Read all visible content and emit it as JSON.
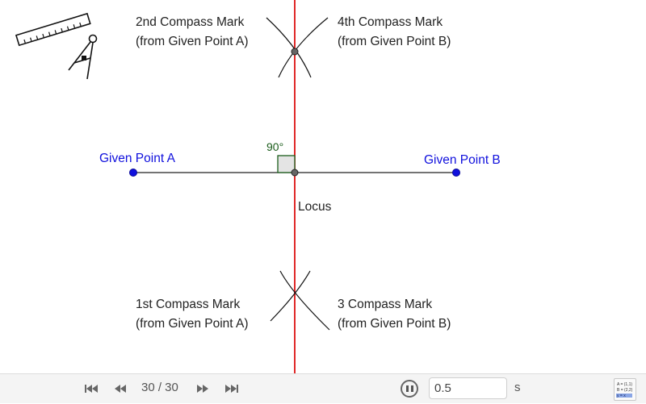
{
  "labels": {
    "point_a": "Given Point A",
    "point_b": "Given Point B",
    "angle": "90°",
    "locus": "Locus",
    "mark1_line1": "1st Compass Mark",
    "mark1_line2": "(from Given Point A)",
    "mark2_line1": "2nd Compass Mark",
    "mark2_line2": "(from Given Point A)",
    "mark3_line1": "3 Compass Mark",
    "mark3_line2": "(from Given Point B)",
    "mark4_line1": "4th Compass Mark",
    "mark4_line2": "(from Given Point B)"
  },
  "colors": {
    "point": "#1010dd",
    "locus_line": "#dd1111",
    "segment": "#222222",
    "right_angle": "#1a5c1a",
    "arc": "#111111"
  },
  "icons": {
    "tools_logo": "ruler-compass-icon",
    "first": "skip-to-start-icon",
    "prev": "step-back-icon",
    "next": "step-forward-icon",
    "last": "skip-to-end-icon",
    "pause": "pause-icon",
    "algebra": "algebra-view-icon"
  },
  "toolbar": {
    "step": "30 / 30",
    "speed": "0.5",
    "speed_unit": "s",
    "algebra_rows": [
      "A = (1,1)",
      "B = (2,2)",
      "y = x"
    ]
  }
}
